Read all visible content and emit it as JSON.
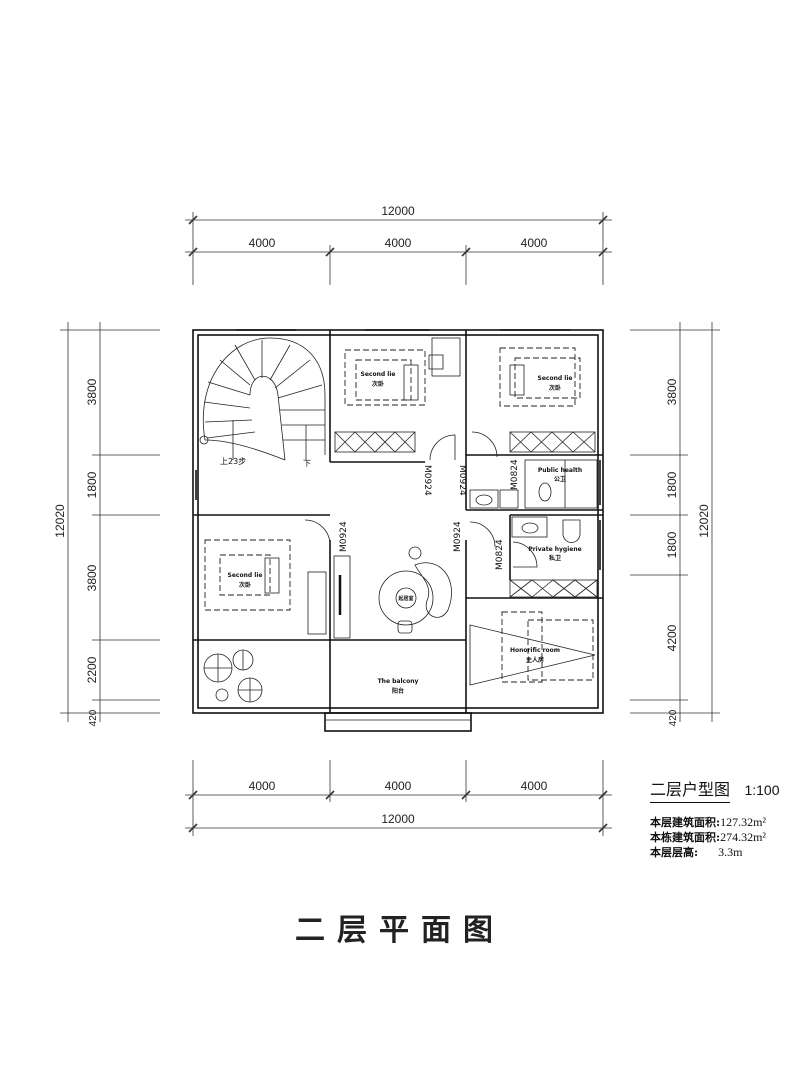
{
  "dimensions": {
    "top_total": "12000",
    "top_segments": [
      "4000",
      "4000",
      "4000"
    ],
    "bottom_segments": [
      "4000",
      "4000",
      "4000"
    ],
    "bottom_total": "12000",
    "left_total": "12020",
    "left_segments": [
      "3800",
      "1800",
      "3800",
      "2200",
      "420"
    ],
    "right_total": "12020",
    "right_segments": [
      "3800",
      "1800",
      "1800",
      "4200",
      "420"
    ]
  },
  "rooms": {
    "bedroom_top": {
      "en": "Second lie",
      "zh": "次卧"
    },
    "bedroom_top_right": {
      "en": "Second lie",
      "zh": "次卧"
    },
    "bedroom_left": {
      "en": "Second lie",
      "zh": "次卧"
    },
    "public_bath": {
      "en": "Public health",
      "zh": "公卫"
    },
    "private_bath": {
      "en": "Private hygiene",
      "zh": "私卫"
    },
    "master": {
      "en": "Honorific room",
      "zh": "主人房"
    },
    "balcony": {
      "en": "The balcony",
      "zh": "阳台"
    },
    "lounge": {
      "zh": "起居室"
    }
  },
  "stair_label": "上23步",
  "stair_down": "下",
  "doors": [
    "M0924",
    "M0924",
    "M0824",
    "M0924",
    "M0924",
    "M0824"
  ],
  "legend": {
    "title": "二层户型图",
    "scale": "1:100",
    "floor_area_label": "本层建筑面积:",
    "floor_area": "127.32m²",
    "building_area_label": "本栋建筑面积:",
    "building_area": "274.32m²",
    "floor_height_label": "本层层高:",
    "floor_height": "3.3m"
  },
  "page_title": "二层平面图"
}
